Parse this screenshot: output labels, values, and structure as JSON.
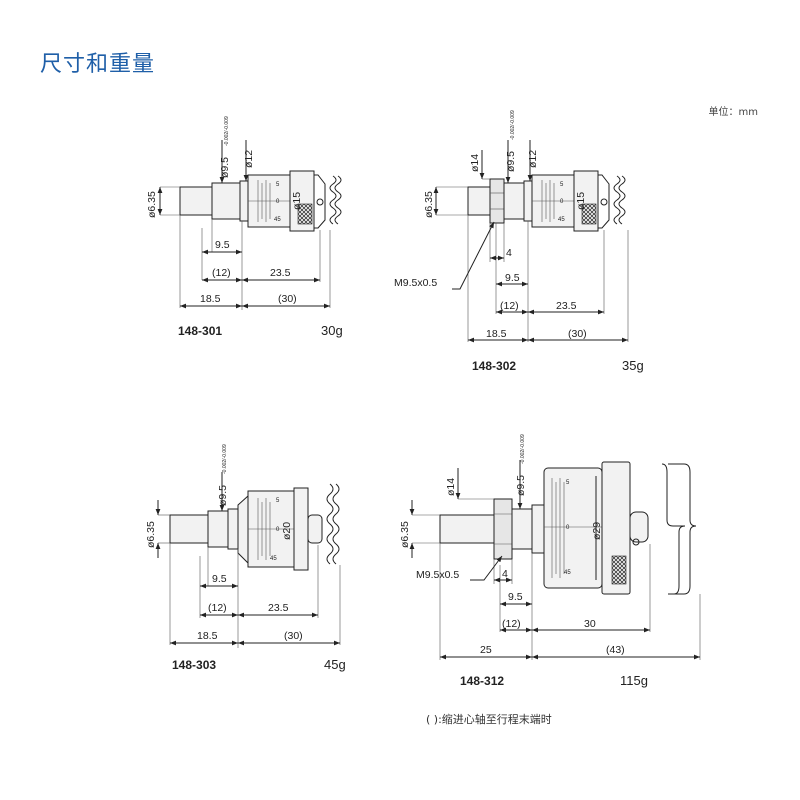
{
  "title": "尺寸和重量",
  "unit_note": "单位：mm",
  "footnote": "( ):缩进心轴至行程末端时",
  "models": [
    {
      "model": "148-301",
      "mass": "30g",
      "labels": {
        "spindle_dia": "ø6.35",
        "sleeve_dia": "ø9.5",
        "sleeve_tol": "-0.002/-0.009",
        "thimble_dia": "ø12",
        "barrel_dia": "ø15",
        "d1": "9.5",
        "d2": "(12)",
        "d3": "23.5",
        "d4": "18.5",
        "d5": "(30)"
      }
    },
    {
      "model": "148-302",
      "mass": "35g",
      "labels": {
        "spindle_dia": "ø6.35",
        "nut_dia": "ø14",
        "sleeve_dia": "ø9.5",
        "sleeve_tol": "-0.002/-0.009",
        "thimble_dia": "ø12",
        "barrel_dia": "ø15",
        "thread": "M9.5x0.5",
        "d0": "4",
        "d1": "9.5",
        "d2": "(12)",
        "d3": "23.5",
        "d4": "18.5",
        "d5": "(30)"
      }
    },
    {
      "model": "148-303",
      "mass": "45g",
      "labels": {
        "spindle_dia": "ø6.35",
        "sleeve_dia": "ø9.5",
        "sleeve_tol": "-0.002/-0.009",
        "barrel_dia": "ø20",
        "d1": "9.5",
        "d2": "(12)",
        "d3": "23.5",
        "d4": "18.5",
        "d5": "(30)"
      }
    },
    {
      "model": "148-312",
      "mass": "115g",
      "labels": {
        "spindle_dia": "ø6.35",
        "nut_dia": "ø14",
        "sleeve_dia": "ø9.5",
        "sleeve_tol": "-0.002/-0.009",
        "barrel_dia": "ø29",
        "thread": "M9.5x0.5",
        "d0": "4",
        "d1": "9.5",
        "d2": "(12)",
        "d3": "30",
        "d4": "25",
        "d5": "(43)"
      }
    }
  ],
  "scale_marks": {
    "top": "5",
    "mid": "0",
    "bottom": "45"
  }
}
